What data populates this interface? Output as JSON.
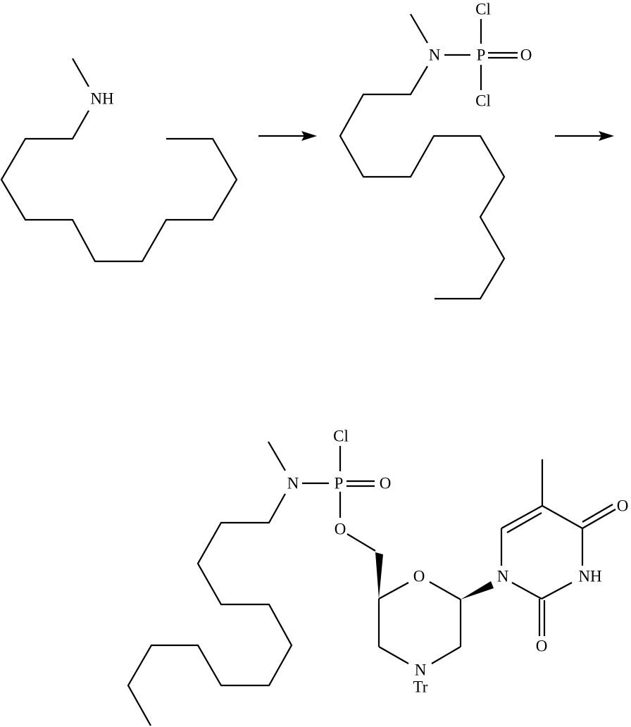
{
  "diagram": {
    "type": "chemical-reaction-scheme",
    "colors": {
      "ink": "#000000",
      "background": "#ffffff"
    },
    "reactant": {
      "name": "N-methyl-tetradecylamine (skeletal)",
      "labels": {
        "amine": "NH"
      }
    },
    "arrow1": {
      "label": ""
    },
    "intermediate": {
      "name": "N-methyl-N-alkyl phosphoramidic dichloride",
      "labels": {
        "nitrogen": "N",
        "phosphorus": "P",
        "oxo": "O",
        "chloro_top": "Cl",
        "chloro_bottom": "Cl"
      }
    },
    "arrow2": {
      "label": ""
    },
    "product": {
      "name": "morpholino thymine phosphoramidochloridate",
      "labels": {
        "nitrogen_amide": "N",
        "phosphorus": "P",
        "oxo": "O",
        "chloro": "Cl",
        "ester_oxygen": "O",
        "ring_oxygen": "O",
        "ring_nitrogen": "N",
        "protecting_group": "Tr",
        "thymine_n1": "N",
        "thymine_nh": "NH",
        "thymine_o4": "O",
        "thymine_o2": "O"
      }
    }
  }
}
